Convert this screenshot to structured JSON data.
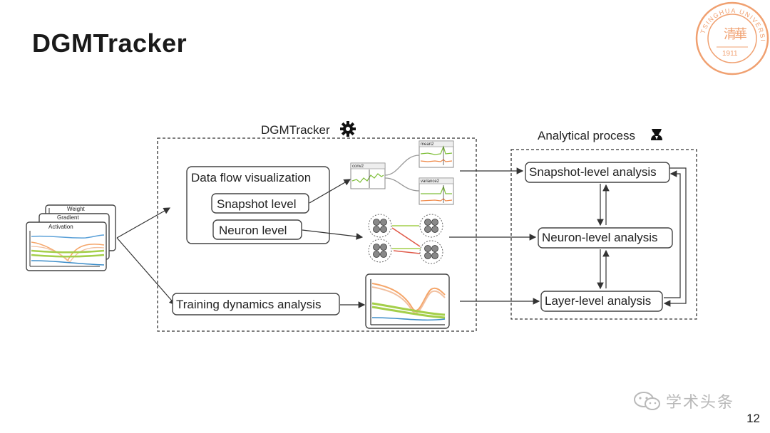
{
  "title": "DGMTracker",
  "page_number": "12",
  "watermark": "学术头条",
  "seal": {
    "name": "TSINGHUA UNIVERSITY",
    "year": "1911",
    "color": "#f0a070"
  },
  "inputs": {
    "weight": "Weight",
    "gradient": "Gradient",
    "activation": "Activation"
  },
  "tracker": {
    "label": "DGMTracker",
    "data_flow": "Data flow visualization",
    "snapshot_level": "Snapshot level",
    "neuron_level": "Neuron level",
    "training_dynamics": "Training dynamics analysis",
    "charts": {
      "conv": "conv2",
      "mean": "mean2",
      "variance": "variance2"
    }
  },
  "analytical": {
    "label": "Analytical process",
    "snapshot": "Snapshot-level analysis",
    "neuron": "Neuron-level analysis",
    "layer": "Layer-level analysis"
  }
}
